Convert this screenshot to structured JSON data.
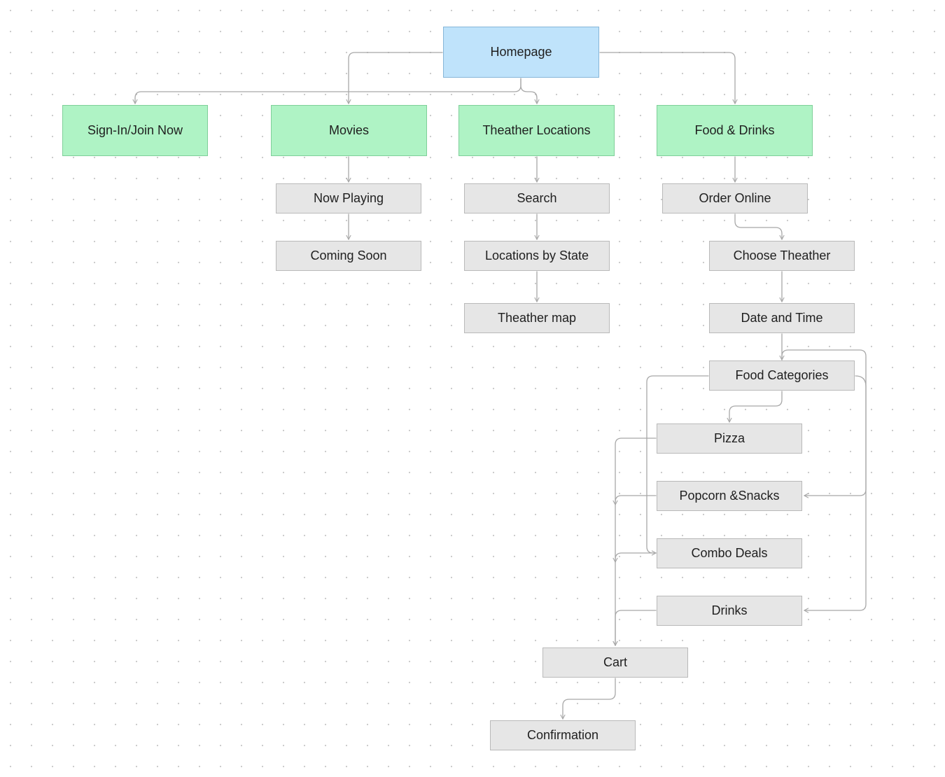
{
  "diagram": {
    "colors": {
      "root_fill": "#bfe3fb",
      "section_fill": "#aff3c5",
      "page_fill": "#e6e6e6",
      "connector": "#a8a8a8"
    },
    "nodes": {
      "homepage": "Homepage",
      "sign_in": "Sign-In/Join Now",
      "movies": "Movies",
      "theather_locations": "Theather Locations",
      "food_drinks": "Food & Drinks",
      "now_playing": "Now Playing",
      "coming_soon": "Coming Soon",
      "search": "Search",
      "locations_by_state": "Locations by State",
      "theather_map": "Theather map",
      "order_online": "Order Online",
      "choose_theather": "Choose Theather",
      "date_and_time": "Date and Time",
      "food_categories": "Food Categories",
      "pizza": "Pizza",
      "popcorn_snacks": "Popcorn &Snacks",
      "combo_deals": "Combo Deals",
      "drinks": "Drinks",
      "cart": "Cart",
      "confirmation": "Confirmation"
    },
    "edges": [
      [
        "homepage",
        "sign_in"
      ],
      [
        "homepage",
        "movies"
      ],
      [
        "homepage",
        "theather_locations"
      ],
      [
        "homepage",
        "food_drinks"
      ],
      [
        "movies",
        "now_playing"
      ],
      [
        "now_playing",
        "coming_soon"
      ],
      [
        "theather_locations",
        "search"
      ],
      [
        "search",
        "locations_by_state"
      ],
      [
        "locations_by_state",
        "theather_map"
      ],
      [
        "food_drinks",
        "order_online"
      ],
      [
        "order_online",
        "choose_theather"
      ],
      [
        "choose_theather",
        "date_and_time"
      ],
      [
        "date_and_time",
        "food_categories"
      ],
      [
        "food_categories",
        "pizza"
      ],
      [
        "food_categories",
        "popcorn_snacks"
      ],
      [
        "food_categories",
        "combo_deals"
      ],
      [
        "food_categories",
        "drinks"
      ],
      [
        "pizza",
        "cart"
      ],
      [
        "popcorn_snacks",
        "cart"
      ],
      [
        "combo_deals",
        "cart"
      ],
      [
        "drinks",
        "cart"
      ],
      [
        "cart",
        "confirmation"
      ]
    ]
  }
}
